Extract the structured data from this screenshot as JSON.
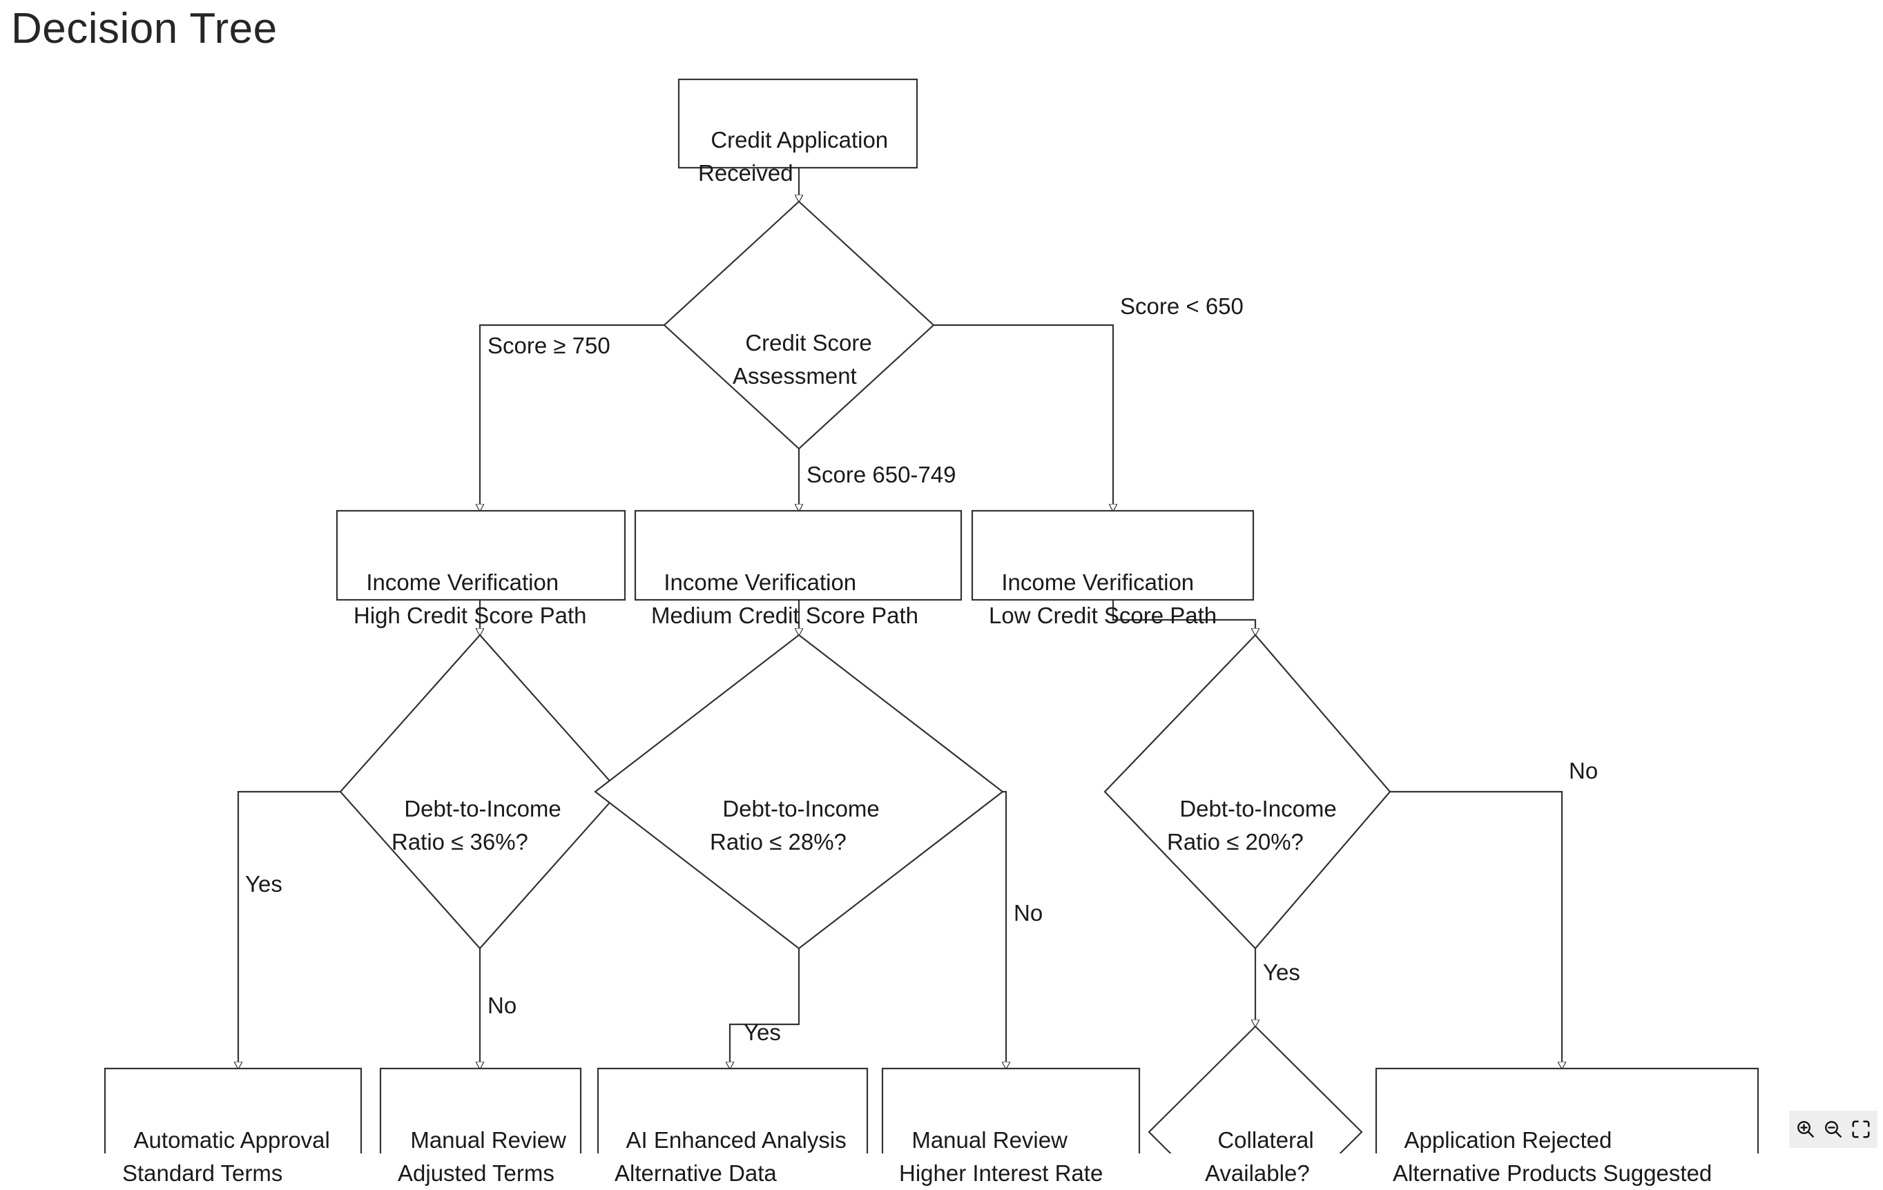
{
  "page": {
    "title": "Decision Tree",
    "background": "#ffffff",
    "stroke_color": "#333333",
    "text_color": "#1a1a1a"
  },
  "nodes": [
    {
      "id": "root",
      "shape": "box",
      "lines": [
        "Credit Application",
        "Received"
      ]
    },
    {
      "id": "score",
      "shape": "diamond",
      "lines": [
        "Credit Score",
        "Assessment"
      ]
    },
    {
      "id": "iv_high",
      "shape": "box",
      "lines": [
        "Income Verification",
        "High Credit Score Path"
      ]
    },
    {
      "id": "iv_medium",
      "shape": "box",
      "lines": [
        "Income Verification",
        "Medium Credit Score Path"
      ]
    },
    {
      "id": "iv_low",
      "shape": "box",
      "lines": [
        "Income Verification",
        "Low Credit Score Path"
      ]
    },
    {
      "id": "dti36",
      "shape": "diamond",
      "lines": [
        "Debt-to-Income",
        "Ratio ≤ 36%?"
      ]
    },
    {
      "id": "dti28",
      "shape": "diamond",
      "lines": [
        "Debt-to-Income",
        "Ratio ≤ 28%?"
      ]
    },
    {
      "id": "dti20",
      "shape": "diamond",
      "lines": [
        "Debt-to-Income",
        "Ratio ≤ 20%?"
      ]
    },
    {
      "id": "auto_appr",
      "shape": "box",
      "lines": [
        "Automatic Approval",
        "Standard Terms"
      ]
    },
    {
      "id": "man_adj",
      "shape": "box",
      "lines": [
        "Manual Review",
        "Adjusted Terms"
      ]
    },
    {
      "id": "ai_analysis",
      "shape": "box",
      "lines": [
        "AI Enhanced Analysis",
        "Alternative Data"
      ]
    },
    {
      "id": "man_high",
      "shape": "box",
      "lines": [
        "Manual Review",
        "Higher Interest Rate"
      ]
    },
    {
      "id": "collateral",
      "shape": "diamond",
      "lines": [
        "Collateral",
        "Available?"
      ]
    },
    {
      "id": "rejected",
      "shape": "box",
      "lines": [
        "Application Rejected",
        "Alternative Products Suggested"
      ]
    }
  ],
  "edge_labels": {
    "score_high": "Score ≥ 750",
    "score_medium": "Score 650-749",
    "score_low": "Score < 650",
    "dti36_yes": "Yes",
    "dti36_no": "No",
    "dti28_yes": "Yes",
    "dti28_no": "No",
    "dti20_yes": "Yes",
    "dti20_no": "No"
  },
  "zoom_controls": {
    "zoom_in": "zoom-in-icon",
    "zoom_out": "zoom-out-icon",
    "fit": "fit-to-screen-icon"
  }
}
